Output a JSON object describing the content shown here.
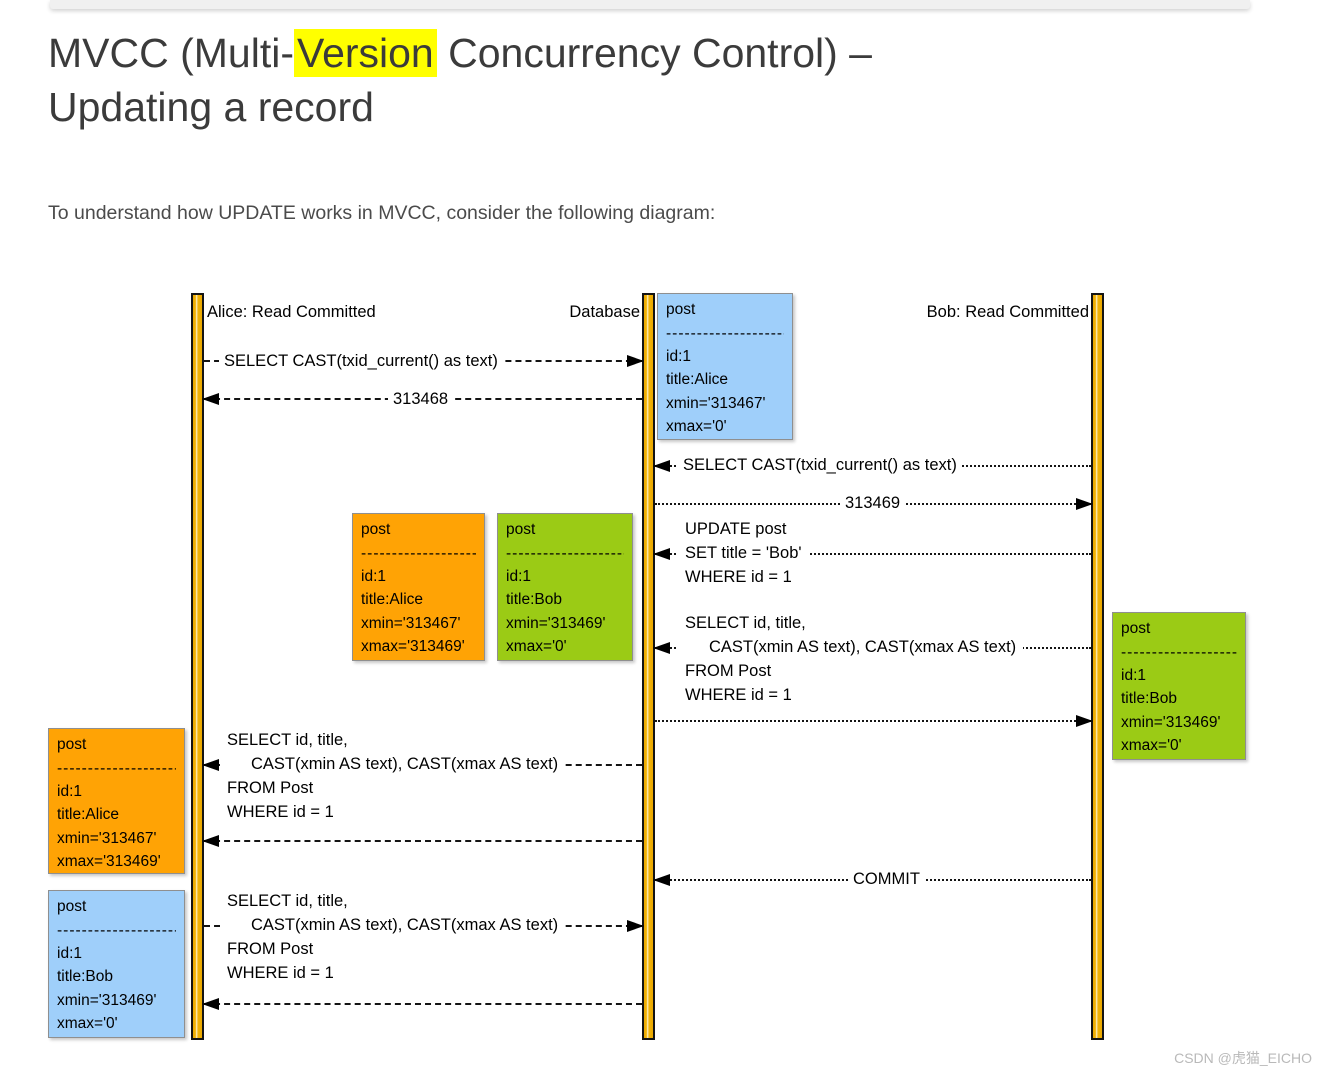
{
  "header": {
    "title_prefix": "MVCC (Multi-",
    "title_highlight": "Version",
    "title_suffix": " Concurrency Control) –",
    "title_line2": "Updating a record",
    "intro": "To understand how UPDATE works in MVCC, consider the following diagram:"
  },
  "watermark": "CSDN @虎猫_EICHO",
  "diagram": {
    "lifelines": {
      "alice": "Alice: Read Committed",
      "database": "Database",
      "bob": "Bob: Read Committed"
    },
    "messages": {
      "txid_query": "SELECT CAST(txid_current() as text)",
      "alice_txid": "313468",
      "bob_txid": "313469",
      "update_line1": "UPDATE post",
      "update_line2": "SET title = 'Bob'",
      "update_line3": "WHERE id = 1",
      "select_line1": "SELECT id, title,",
      "select_line2": "CAST(xmin AS text), CAST(xmax AS text)",
      "select_line3": "FROM Post",
      "select_line4": "WHERE id = 1",
      "commit": "COMMIT"
    },
    "separator": "----------------------",
    "records": {
      "db_initial": {
        "title": "post",
        "fields": [
          "id:1",
          "title:Alice",
          "xmin='313467'",
          "xmax='0'"
        ]
      },
      "mid_old": {
        "title": "post",
        "fields": [
          "id:1",
          "title:Alice",
          "xmin='313467'",
          "xmax='313469'"
        ]
      },
      "mid_new": {
        "title": "post",
        "fields": [
          "id:1",
          "title:Bob",
          "xmin='313469'",
          "xmax='0'"
        ]
      },
      "bob_view": {
        "title": "post",
        "fields": [
          "id:1",
          "title:Bob",
          "xmin='313469'",
          "xmax='0'"
        ]
      },
      "alice_old": {
        "title": "post",
        "fields": [
          "id:1",
          "title:Alice",
          "xmin='313467'",
          "xmax='313469'"
        ]
      },
      "alice_new": {
        "title": "post",
        "fields": [
          "id:1",
          "title:Bob",
          "xmin='313469'",
          "xmax='0'"
        ]
      }
    },
    "colors": {
      "lifeline_gold": "#f2b307",
      "record_blue": "#9fcffa",
      "record_orange": "#ffa305",
      "record_green": "#9bcb15",
      "title_highlight": "#ffff00"
    }
  }
}
